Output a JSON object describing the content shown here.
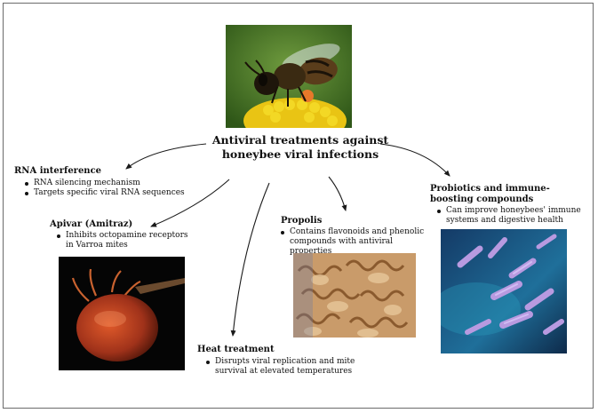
{
  "center": {
    "line1": "Antiviral treatments against",
    "line2": "honeybee viral infections"
  },
  "nodes": {
    "rnai": {
      "title": "RNA interference",
      "bullets": [
        "RNA silencing mechanism",
        "Targets specific viral RNA sequences"
      ]
    },
    "apivar": {
      "title": "Apivar (Amitraz)",
      "bullets": [
        "Inhibits octopamine receptors in Varroa mites"
      ]
    },
    "heat": {
      "title": "Heat treatment",
      "bullets": [
        "Disrupts viral replication and mite survival at elevated temperatures"
      ]
    },
    "propolis": {
      "title": "Propolis",
      "bullets": [
        "Contains flavonoids and phenolic compounds with antiviral properties"
      ]
    },
    "probiotics": {
      "title": "Probiotics and immune-boosting compounds",
      "bullets": [
        "Can improve honeybees' immune systems and digestive health"
      ]
    }
  },
  "colors": {
    "arrow": "#1a1a1a",
    "border": "#6b6b6b"
  }
}
